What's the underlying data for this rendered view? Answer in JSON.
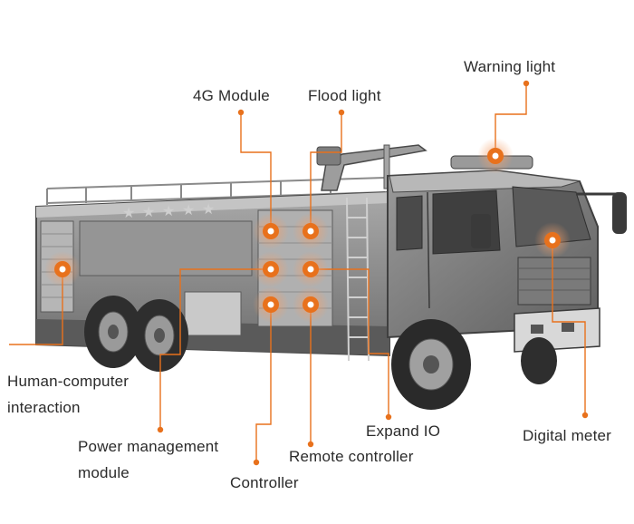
{
  "accent_color": "#e8711c",
  "truck_illustration": "fire-truck-icon",
  "labels": {
    "warning_light": "Warning light",
    "module_4g": "4G Module",
    "flood_light": "Flood light",
    "hci_line1": "Human-computer",
    "hci_line2": "interaction",
    "power_line1": "Power management",
    "power_line2": "module",
    "controller": "Controller",
    "remote_controller": "Remote controller",
    "expand_io": "Expand IO",
    "digital_meter": "Digital meter"
  }
}
